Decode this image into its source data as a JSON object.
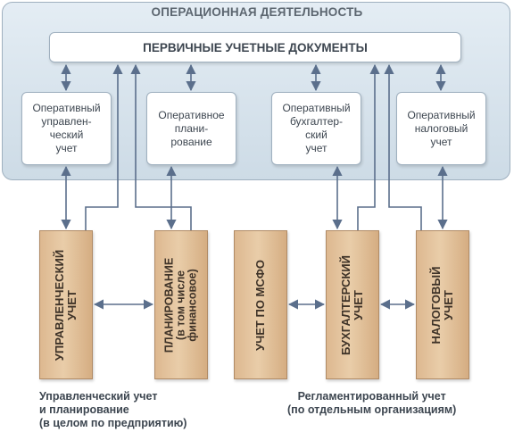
{
  "panel_title": "ОПЕРАЦИОННАЯ ДЕЯТЕЛЬНОСТЬ",
  "docs_box": "ПЕРВИЧНЫЕ УЧЕТНЫЕ ДОКУМЕНТЫ",
  "operational_boxes": [
    "Оперативный\nуправлен-\nческий\nучет",
    "Оперативное\nплани-\nрование",
    "Оперативный\nбухгалтер-\nский\nучет",
    "Оперативный\nналоговый\nучет"
  ],
  "accounting_bars": [
    "УПРАВЛЕНЧЕСКИЙ\nУЧЕТ",
    "ПЛАНИРОВАНИЕ\n(в том числе\nфинансовое)",
    "УЧЕТ ПО МСФО",
    "БУХГАЛТЕРСКИЙ\nУЧЕТ",
    "НАЛОГОВЫЙ\nУЧЕТ"
  ],
  "captions": {
    "left": "Управленческий учет\nи планирование\n(в целом по предприятию)",
    "right": "Регламентированный учет\n(по отдельным организациям)"
  },
  "colors": {
    "panel": "#cddbe6",
    "bars": "#e1c19d",
    "arrows": "#5b6f8c"
  }
}
